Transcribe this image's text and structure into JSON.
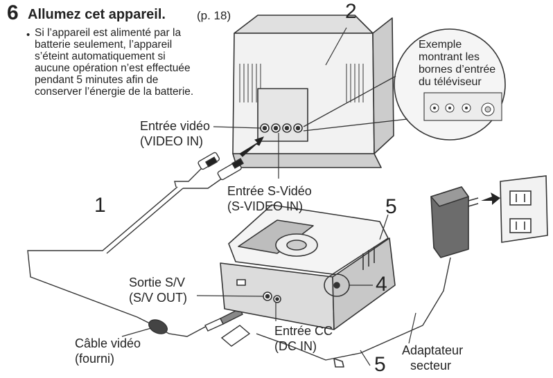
{
  "step": {
    "number": "6",
    "title": "Allumez cet appareil.",
    "page_ref": "(p. 18)"
  },
  "note": {
    "bullet": "•",
    "lines": [
      "Si l’appareil est alimenté par la",
      "batterie seulement, l’appareil",
      "s’éteint automatiquement si",
      "aucune opération n’est effectuée",
      "pendant 5 minutes afin de",
      "conserver l’énergie de la batterie."
    ]
  },
  "inset": {
    "lines": [
      "Exemple",
      "montrant les",
      "bornes d’entrée",
      "du téléviseur"
    ]
  },
  "labels": {
    "video_in": [
      "Entrée vidéo",
      "(VIDEO IN)"
    ],
    "svideo_in": [
      "Entrée S-Vidéo",
      "(S-VIDEO IN)"
    ],
    "sv_out": [
      "Sortie S/V",
      "(S/V OUT)"
    ],
    "dc_in": [
      "Entrée CC",
      "(DC IN)"
    ],
    "cable": [
      "Câble vidéo",
      "(fourni)"
    ],
    "adapter": [
      "Adaptateur",
      "secteur"
    ]
  },
  "callouts": {
    "tv": "2",
    "cable": "1",
    "camera_right": "5",
    "dc_port": "4",
    "adapter_cable": "5"
  },
  "colors": {
    "line": "#333333",
    "fill_light": "#f2f2f2",
    "fill_mid": "#d6d6d6",
    "fill_dark": "#8a8a8a",
    "inset_fill": "#f5f5f5"
  }
}
